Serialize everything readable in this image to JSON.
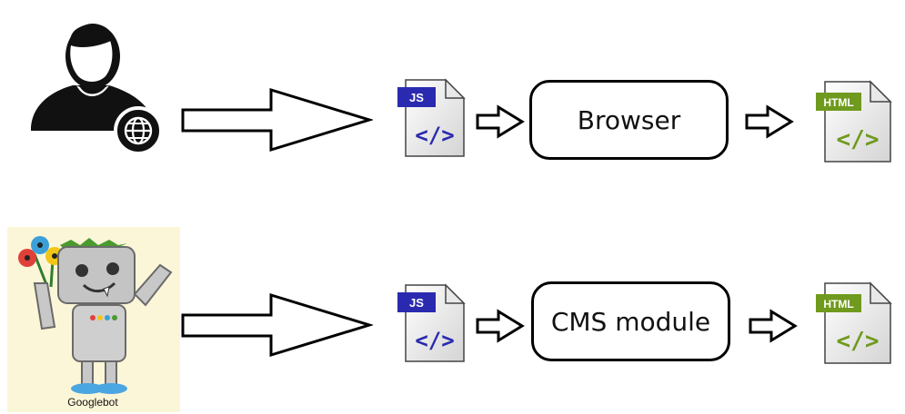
{
  "rows": [
    {
      "actor": "user-globe-icon",
      "input_icon": "js-file-icon",
      "input_label": "JS",
      "process_label": "Browser",
      "output_icon": "html-file-icon",
      "output_label": "HTML"
    },
    {
      "actor": "googlebot-mascot",
      "actor_caption": "Googlebot",
      "input_icon": "js-file-icon",
      "input_label": "JS",
      "process_label": "CMS module",
      "output_icon": "html-file-icon",
      "output_label": "HTML"
    }
  ],
  "code_glyph": "</>",
  "colors": {
    "js_accent": "#2a2ab0",
    "html_accent": "#6f9a1e",
    "googlebot_bg": "#fcf6d8"
  }
}
